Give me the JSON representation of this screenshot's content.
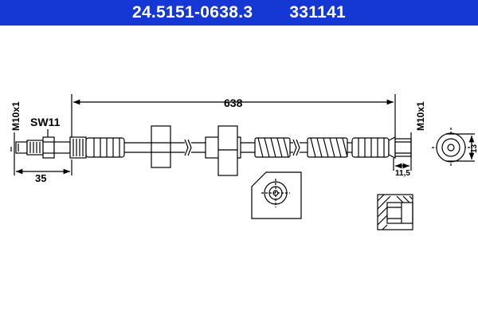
{
  "header": {
    "part_number": "24.5151-0638.3",
    "ref_number": "331141",
    "background_color": "#1537d3"
  },
  "dimensions": {
    "total_length": "638",
    "left_thread": "M10x1",
    "right_thread": "M10x1",
    "wrench_size": "SW11",
    "fitting_length": "35",
    "end_length": "11,5",
    "end_diameter": "13"
  }
}
